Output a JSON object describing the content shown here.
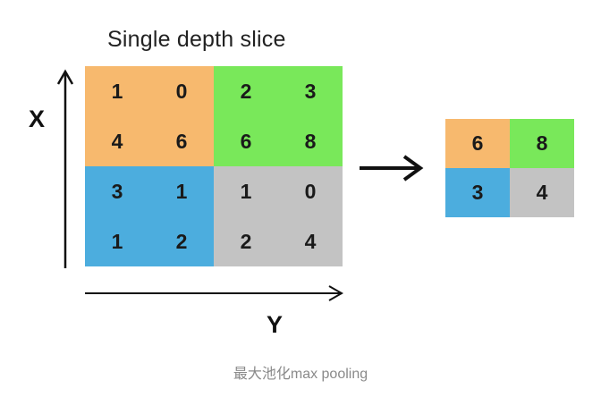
{
  "title": "Single depth slice",
  "axis": {
    "x_label": "X",
    "y_label": "Y"
  },
  "caption": "最大池化max pooling",
  "colors": {
    "orange": "#f7b96e",
    "green": "#79e85a",
    "blue": "#4cadde",
    "gray": "#c3c3c3"
  },
  "input": {
    "rows": [
      [
        1,
        0,
        2,
        3
      ],
      [
        4,
        6,
        6,
        8
      ],
      [
        3,
        1,
        1,
        0
      ],
      [
        1,
        2,
        2,
        4
      ]
    ],
    "quadrant_colors": [
      [
        "orange",
        "green"
      ],
      [
        "blue",
        "gray"
      ]
    ]
  },
  "output": {
    "rows": [
      [
        6,
        8
      ],
      [
        3,
        4
      ]
    ],
    "colors": [
      [
        "orange",
        "green"
      ],
      [
        "blue",
        "gray"
      ]
    ]
  }
}
